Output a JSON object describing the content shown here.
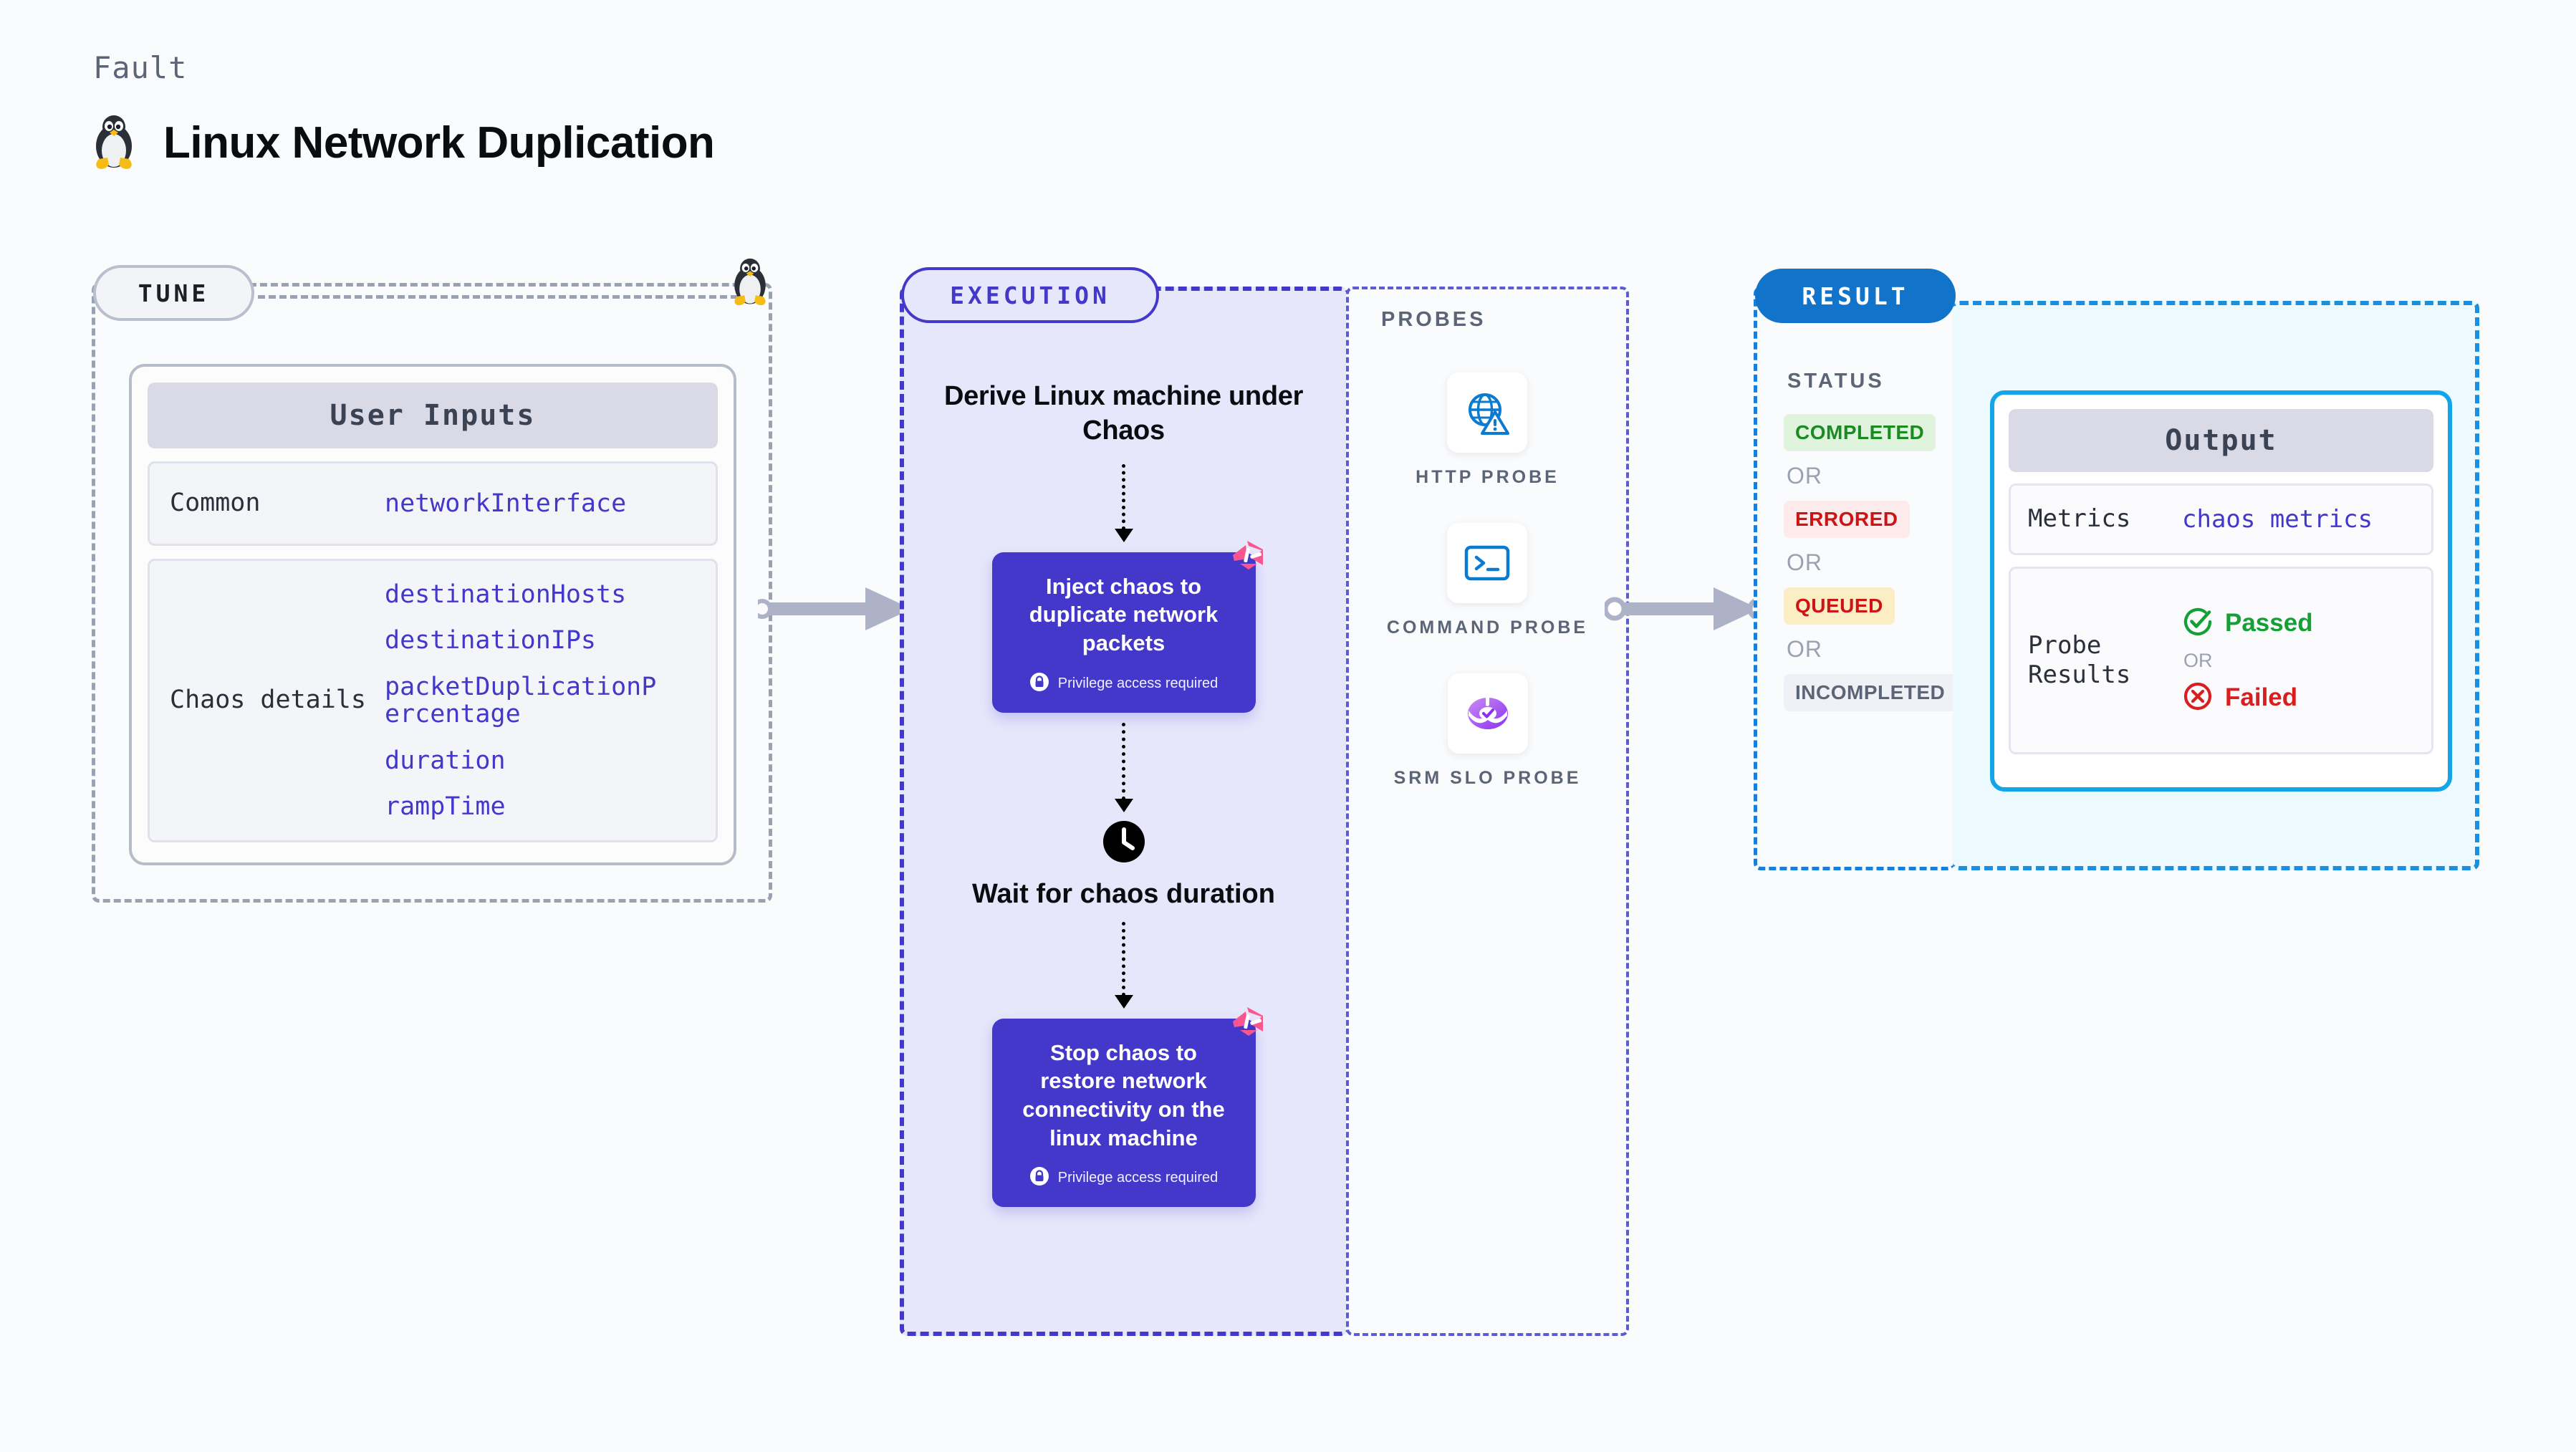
{
  "header": {
    "eyebrow": "Fault",
    "title": "Linux Network Duplication",
    "icon": "linux-penguin-icon"
  },
  "tune": {
    "pill_label": "TUNE",
    "penguin_icon": "linux-penguin-icon",
    "card": {
      "heading": "User Inputs",
      "sections": [
        {
          "label": "Common",
          "values": [
            "networkInterface"
          ]
        },
        {
          "label": "Chaos details",
          "values": [
            "destinationHosts",
            "destinationIPs",
            "packetDuplicationPercentage",
            "duration",
            "rampTime"
          ]
        }
      ]
    }
  },
  "execution": {
    "pill_label": "EXECUTION",
    "steps": [
      {
        "type": "heading",
        "text": "Derive Linux machine under Chaos"
      },
      {
        "type": "box",
        "text": "Inject chaos to duplicate network packets",
        "note": "Privilege access required",
        "note_icon": "lock-icon",
        "badge_icon": "litmus-logo-icon"
      },
      {
        "type": "clock",
        "icon": "clock-icon",
        "text": "Wait for chaos duration"
      },
      {
        "type": "box",
        "text": "Stop chaos to restore network connectivity on the linux machine",
        "note": "Privilege access required",
        "note_icon": "lock-icon",
        "badge_icon": "litmus-logo-icon"
      }
    ]
  },
  "probes": {
    "title": "PROBES",
    "items": [
      {
        "label": "HTTP PROBE",
        "icon": "globe-alert-icon"
      },
      {
        "label": "COMMAND PROBE",
        "icon": "terminal-icon"
      },
      {
        "label": "SRM SLO PROBE",
        "icon": "srm-slo-icon"
      }
    ]
  },
  "result": {
    "pill_label": "RESULT",
    "status_title": "STATUS",
    "or_label": "OR",
    "statuses": [
      {
        "label": "COMPLETED",
        "text_color": "#1a8b22",
        "bg_color": "#dff3dd"
      },
      {
        "label": "ERRORED",
        "text_color": "#cc1414",
        "bg_color": "#fdeaea"
      },
      {
        "label": "QUEUED",
        "text_color": "#cc1414",
        "bg_color": "#fbedc4"
      },
      {
        "label": "INCOMPLETED",
        "text_color": "#5c6478",
        "bg_color": "#f0f1f6"
      }
    ]
  },
  "output": {
    "heading": "Output",
    "metrics_label": "Metrics",
    "metrics_value": "chaos metrics",
    "probe_results_label": "Probe Results",
    "passed_label": "Passed",
    "failed_label": "Failed",
    "or_label": "OR",
    "passed_icon": "check-circle-icon",
    "failed_icon": "x-circle-icon"
  },
  "colors": {
    "accent_purple": "#4338ca",
    "accent_blue": "#1273ca",
    "accent_cyan": "#12a5e8",
    "pink": "#f9558f",
    "muted": "#9aa2b1"
  }
}
